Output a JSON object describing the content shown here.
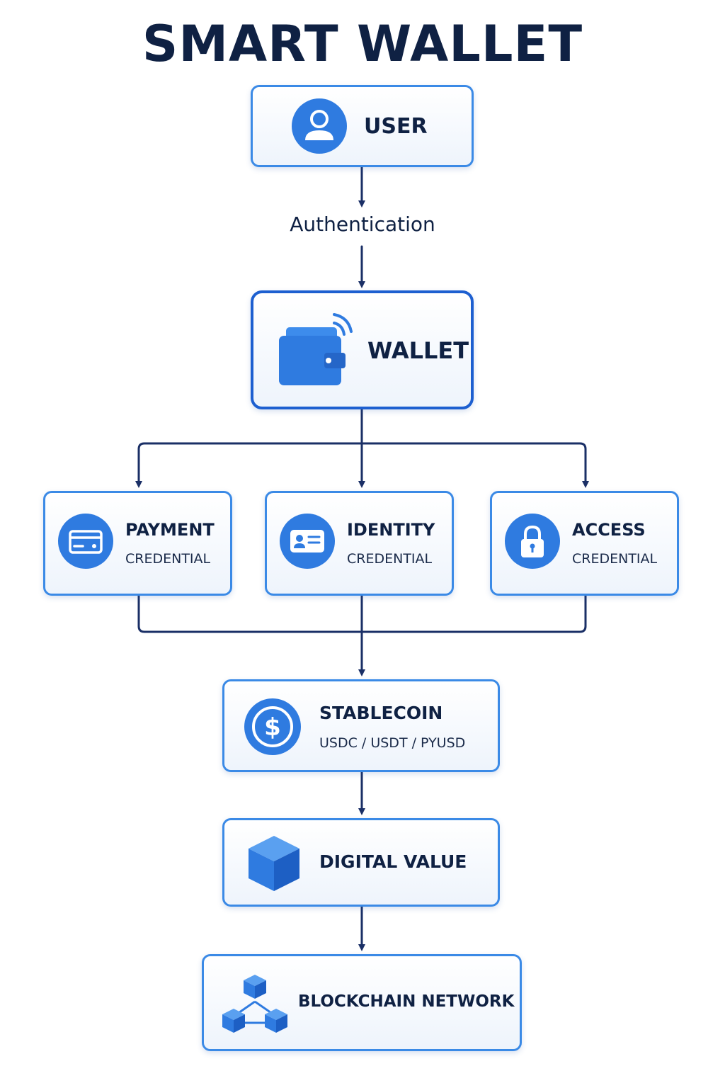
{
  "title": "SMART WALLET",
  "colors": {
    "accent_blue": "#2f7be0",
    "border_blue": "#3b8ae6",
    "dark_navy": "#0f2143",
    "connector": "#1a2f66"
  },
  "nodes": {
    "user": {
      "label": "USER",
      "icon": "user-icon"
    },
    "auth_label": "Authentication",
    "wallet": {
      "label": "WALLET",
      "icon": "wallet-icon"
    },
    "payment": {
      "label": "PAYMENT",
      "sublabel": "CREDENTIAL",
      "icon": "credit-card-icon"
    },
    "identity": {
      "label": "IDENTITY",
      "sublabel": "CREDENTIAL",
      "icon": "id-card-icon"
    },
    "access": {
      "label": "ACCESS",
      "sublabel": "CREDENTIAL",
      "icon": "lock-icon"
    },
    "stablecoin": {
      "label": "STABLECOIN",
      "sublabel": "USDC / USDT / PYUSD",
      "icon": "dollar-coin-icon"
    },
    "digital_value": {
      "label": "DIGITAL VALUE",
      "icon": "cube-icon"
    },
    "blockchain": {
      "label": "BLOCKCHAIN NETWORK",
      "icon": "blockchain-icon"
    }
  }
}
